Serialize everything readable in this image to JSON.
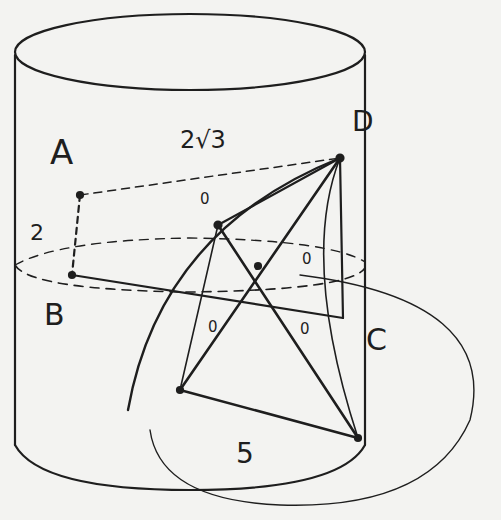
{
  "diagram": {
    "labels": [
      "A",
      "B",
      "C",
      "D",
      "2",
      "5",
      "2√3",
      "0",
      "0",
      "0",
      "0"
    ]
  }
}
